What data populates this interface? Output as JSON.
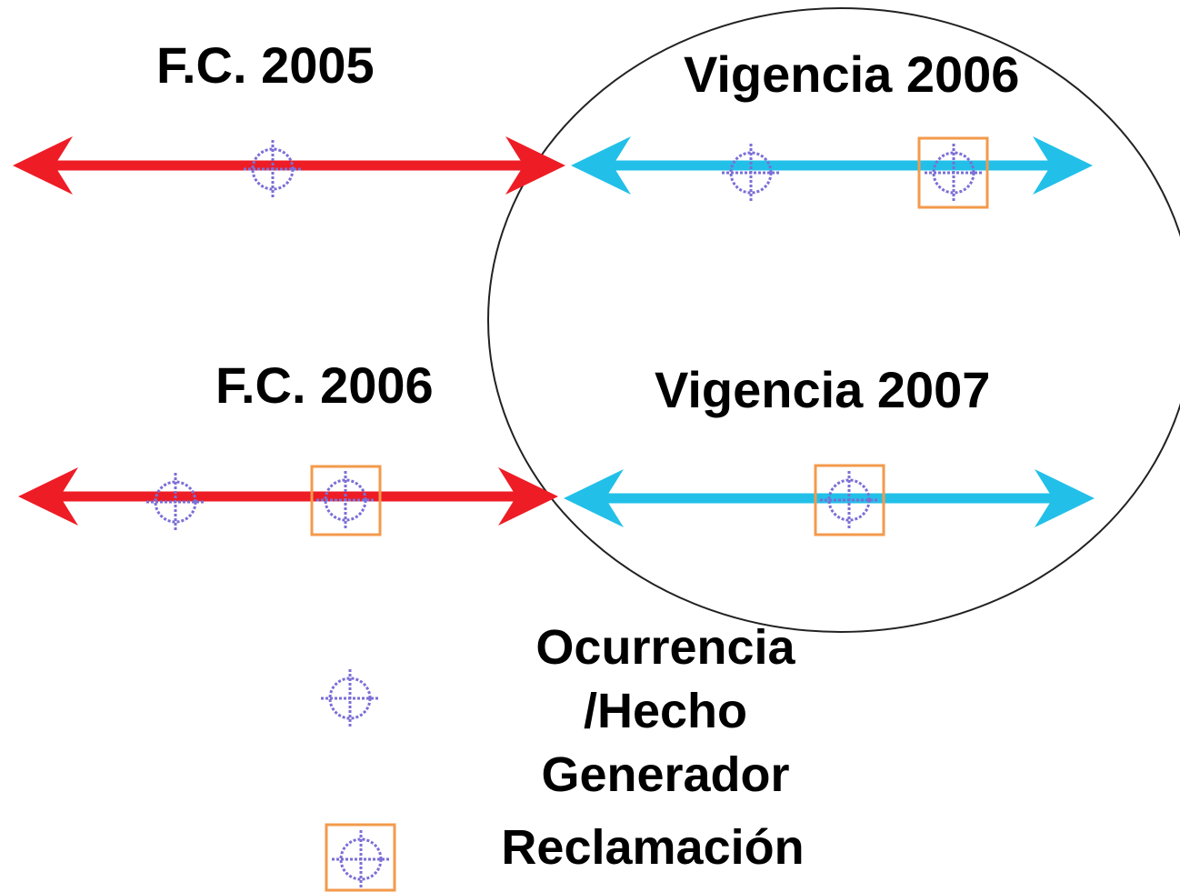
{
  "rows": [
    {
      "left_label": "F.C. 2005",
      "right_label": "Vigencia 2006"
    },
    {
      "left_label": "F.C. 2006",
      "right_label": "Vigencia 2007"
    }
  ],
  "legend": {
    "occurrence_line1": "Ocurrencia",
    "occurrence_line2": "/Hecho",
    "occurrence_line3": "Generador",
    "claim": "Reclamación"
  },
  "colors": {
    "left_arrow": "#ee1c25",
    "right_arrow": "#22c0e8",
    "occurrence_marker": "#7b6fd6",
    "claim_box": "#f39a4c",
    "circle": "#222222"
  }
}
